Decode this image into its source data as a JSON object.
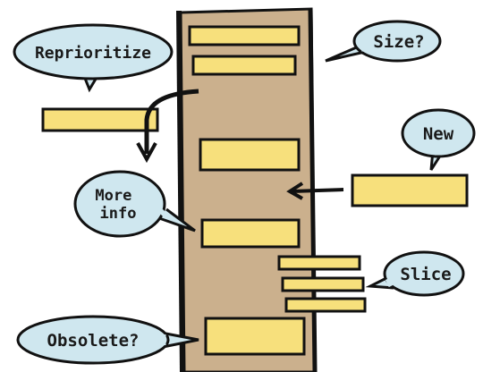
{
  "colors": {
    "backlog_column": "#cbb08d",
    "card": "#f7e07c",
    "bubble": "#cfe7ef",
    "ink": "#111111"
  },
  "bubbles": {
    "reprioritize": "Reprioritize",
    "size": "Size?",
    "new": "New",
    "more_info": "More info",
    "slice": "Slice",
    "obsolete": "Obsolete?"
  }
}
